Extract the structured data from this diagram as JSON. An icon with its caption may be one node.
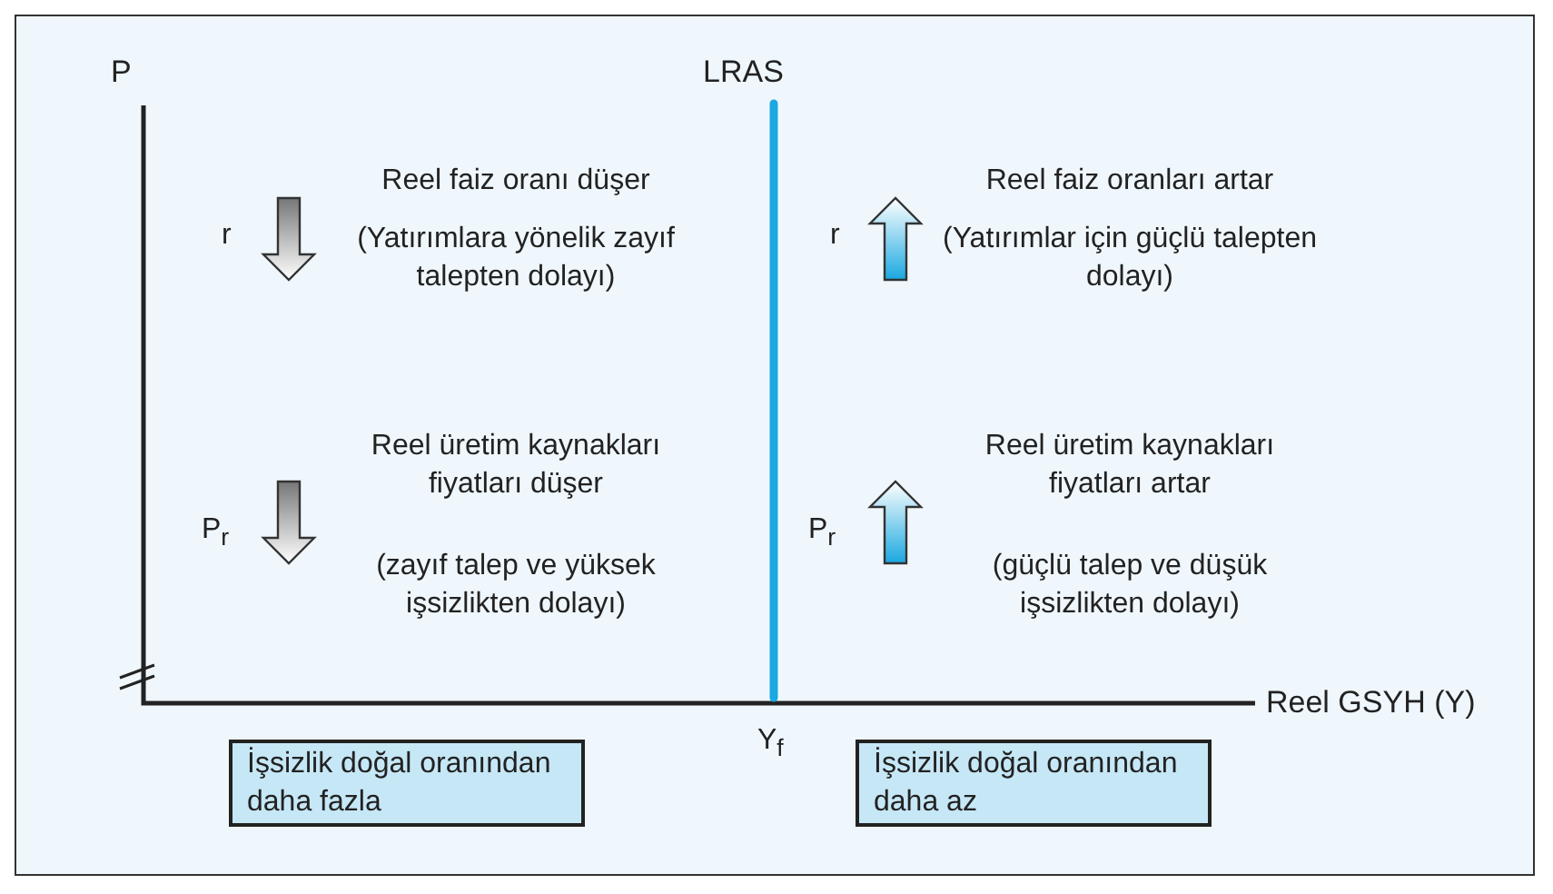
{
  "diagram": {
    "nodes": [
      {
        "text": [
          "İşsizlik doğal oranından daha fazla"
        ]
      },
      {
        "text": [
          "İşsizlik doğal oranından daha az"
        ]
      }
    ],
    "labels": [
      "P",
      "LRAS",
      "Reel faiz oranı düşer",
      "r",
      "(Yatırımlara yönelik zayıf talepten dolayı)",
      "Reel faiz oranları artar",
      "r",
      "(Yatırımlar için güçlü talepten dolayı)",
      "Reel üretim kaynakları fiyatları düşer",
      "P$_{r}$",
      "(zayıf talep ve yüksek işsizlikten dolayı)",
      "Reel üretim kaynakları fiyatları artar",
      "P$_{r}$",
      "(güçlü talep ve düşük işsizlikten dolayı)",
      "Reel GSYH (Y)",
      "Y$_{f}$"
    ]
  }
}
